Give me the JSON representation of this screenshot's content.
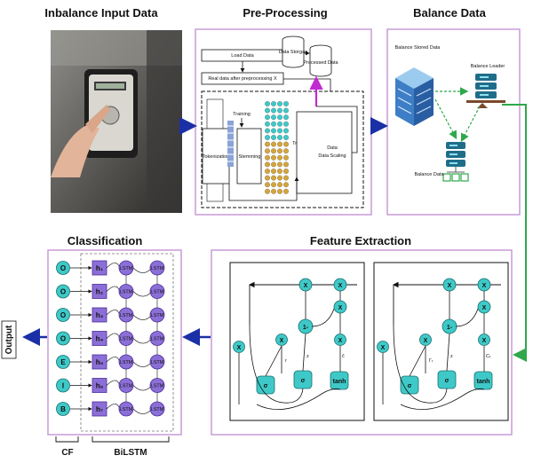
{
  "titles": {
    "input": "Inbalance Input Data",
    "preprocessing": "Pre-Processing",
    "balance": "Balance Data",
    "classification": "Classification",
    "feature": "Feature Extraction"
  },
  "preprocessing": {
    "load_data": "Load Data",
    "real_data": "Real data after preprocessing X",
    "data_storage": "Data Storgae",
    "processed_data": "Processed Data",
    "training": "Training",
    "tokenization": "Tokenization",
    "stemming": "Stemming",
    "training2": "Training",
    "data_scaling": "Data Scaling"
  },
  "balance": {
    "stored": "Balance Stored Data",
    "leader": "Balance Leader",
    "data": "Balance Data"
  },
  "classification": {
    "outputs": [
      "O",
      "O",
      "O",
      "O",
      "E",
      "I",
      "B"
    ],
    "hidden": [
      "h₁",
      "h₂",
      "h₃",
      "h₄",
      "h₅",
      "h₆",
      "h₇"
    ],
    "lstm": "LSTM",
    "cf_label": "CF",
    "bilstm_label": "BiLSTM",
    "output_label": "Output"
  },
  "feature": {
    "x": "X",
    "one_minus": "1-",
    "sigma": "σ",
    "tanh": "tanh",
    "r_left": "r",
    "r_right": "r",
    "z_left": "z",
    "z_right": "z",
    "ct_left": "ĉ",
    "ct_right": "Cₜ",
    "gamma_right": "Γₜ"
  },
  "colors": {
    "panel_border": "#c89bd8",
    "arrow_blue": "#1b2fa6",
    "arrow_green": "#2ea84a",
    "teal": "#3ec9c8",
    "purple": "#8b6fd6",
    "magenta": "#c02ad0"
  }
}
